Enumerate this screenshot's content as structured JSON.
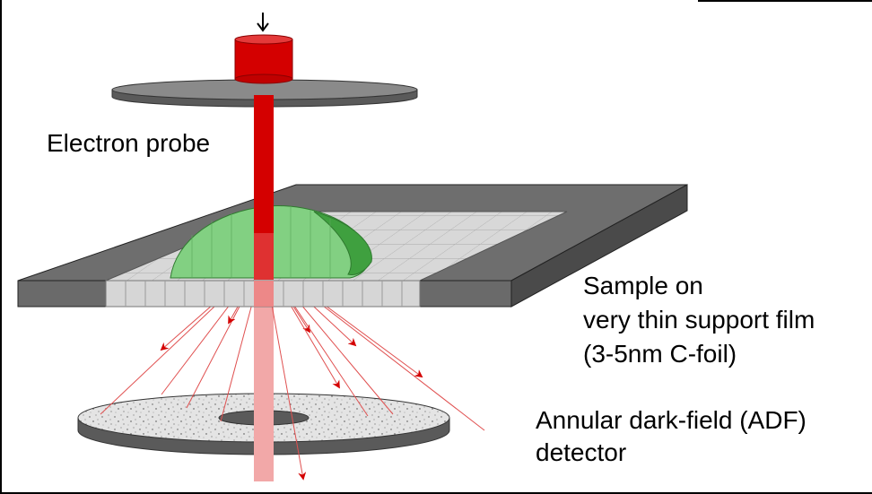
{
  "labels": {
    "electron_probe": "Electron probe",
    "sample_line1": "Sample on",
    "sample_line2": "very thin support film",
    "sample_line3": "(3-5nm C-foil)",
    "detector_line1": "Annular dark-field (ADF)",
    "detector_line2": "detector"
  },
  "colors": {
    "beam": "#d40000",
    "beam_faded": "#f2a8a8",
    "sample": "#7fcc7f",
    "sample_dark": "#3a9a3a",
    "support_frame": "#6e6e6e",
    "support_film": "#cfcfcf",
    "detector": "#e2e2e2",
    "scatter": "#d40000"
  },
  "icons": [
    "arrow-down-icon",
    "arrow-head-icon"
  ]
}
